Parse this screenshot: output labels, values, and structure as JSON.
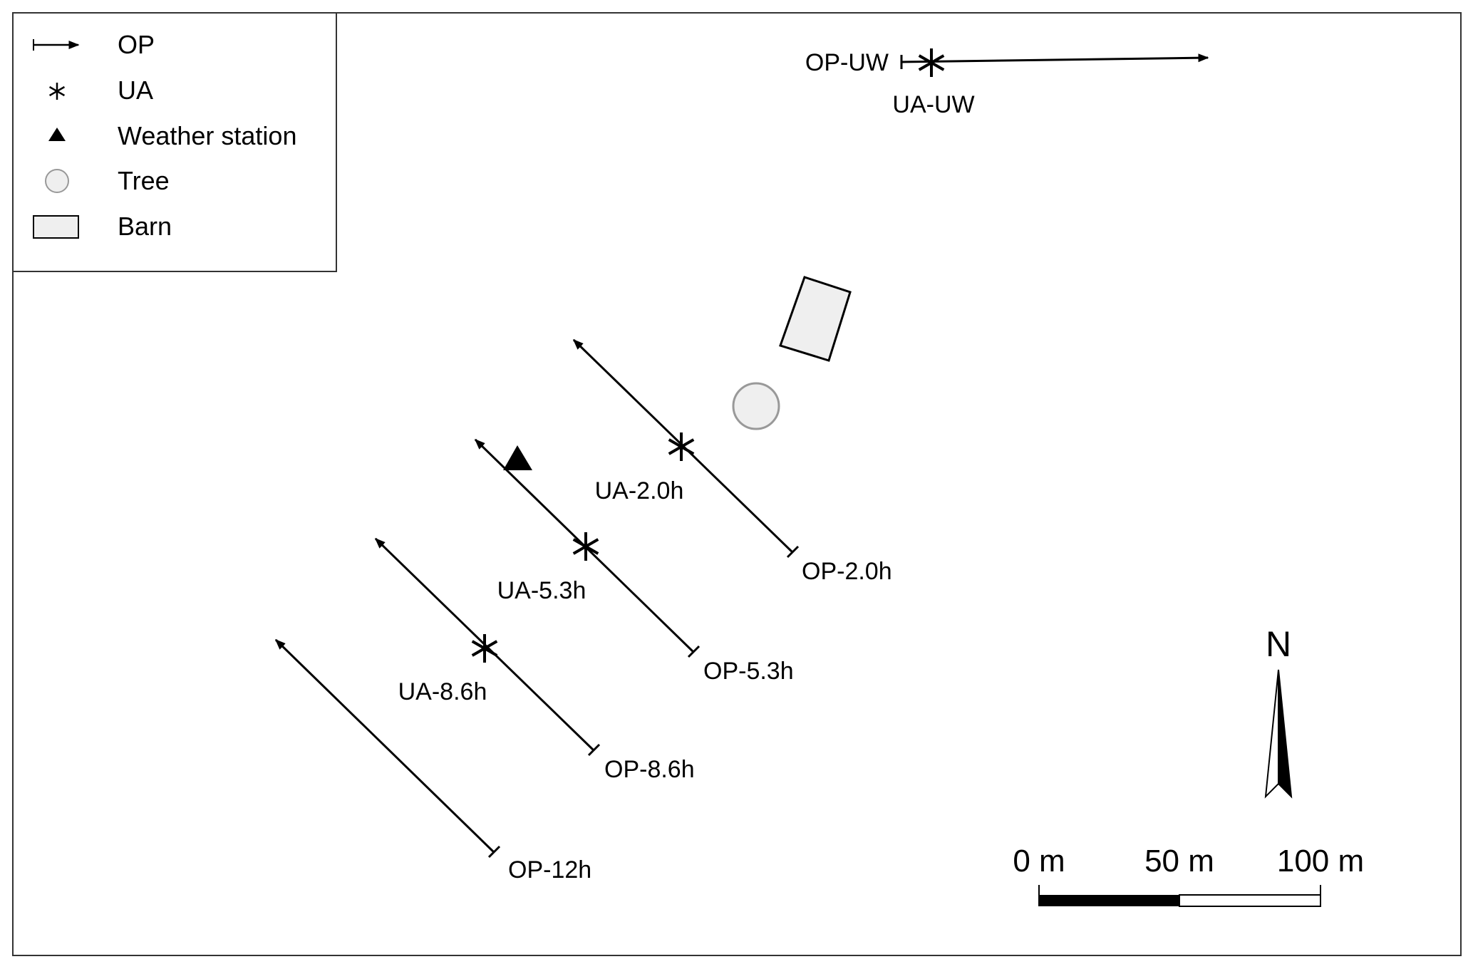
{
  "legend": {
    "items": [
      {
        "symbol": "arrow",
        "label": "OP"
      },
      {
        "symbol": "asterisk",
        "label": "UA"
      },
      {
        "symbol": "triangle",
        "label": "Weather station"
      },
      {
        "symbol": "circle",
        "label": "Tree"
      },
      {
        "symbol": "rectangle",
        "label": "Barn"
      }
    ]
  },
  "paths": {
    "op_uw": "OP-UW",
    "op_2": "OP-2.0h",
    "op_53": "OP-5.3h",
    "op_86": "OP-8.6h",
    "op_12": "OP-12h"
  },
  "sensors": {
    "ua_uw": "UA-UW",
    "ua_2": "UA-2.0h",
    "ua_53": "UA-5.3h",
    "ua_86": "UA-8.6h"
  },
  "scale_bar": {
    "labels": [
      "0 m",
      "50 m",
      "100 m"
    ]
  },
  "north_arrow": {
    "label": "N"
  },
  "colors": {
    "line": "#000000",
    "fill_light": "#efefef",
    "tree_stroke": "#999999"
  }
}
